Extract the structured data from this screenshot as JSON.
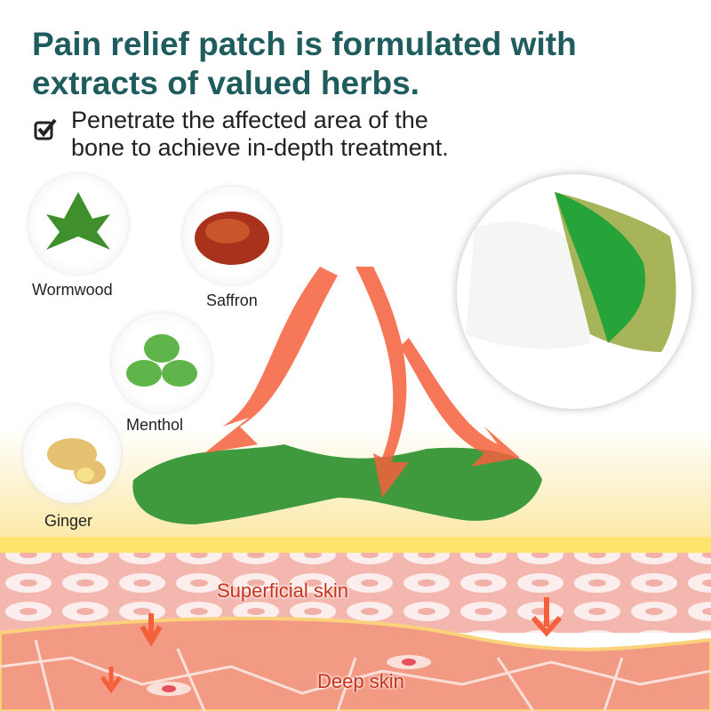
{
  "headline": {
    "line1": "Pain relief patch is formulated with",
    "line2": "extracts of valued herbs."
  },
  "benefit": {
    "line1": "Penetrate the affected area of the",
    "line2": "bone to achieve in-depth treatment."
  },
  "herbs": [
    {
      "label": "Wormwood",
      "icon": "wormwood-icon"
    },
    {
      "label": "Saffron",
      "icon": "saffron-icon"
    },
    {
      "label": "Menthol",
      "icon": "mint-leaf-icon"
    },
    {
      "label": "Ginger",
      "icon": "ginger-icon"
    }
  ],
  "skin_layers": {
    "superficial": "Superficial skin",
    "deep": "Deep skin"
  },
  "colors": {
    "title": "#1f5c5e",
    "label": "#c8321a",
    "patch": "#3e9a3c"
  }
}
